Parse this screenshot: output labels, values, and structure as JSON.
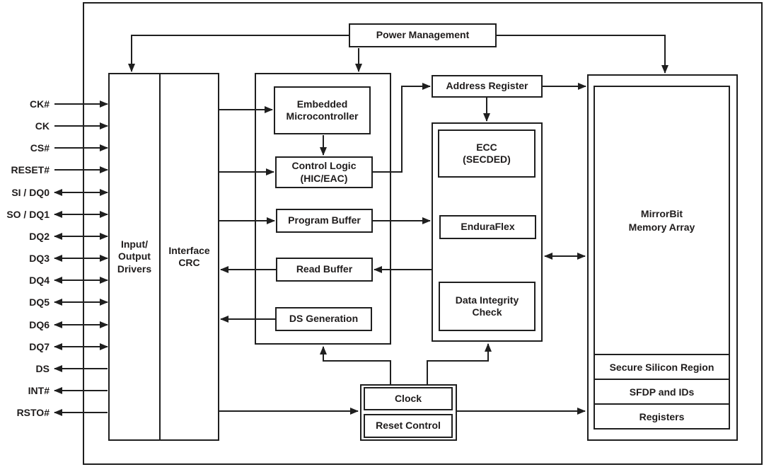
{
  "colors": {
    "line": "#1f1f1f",
    "text": "#1f1c1c",
    "background": "#ffffff"
  },
  "blocks": {
    "power_management": {
      "label": "Power Management"
    },
    "io_drivers": {
      "label": "Input/\nOutput\nDrivers"
    },
    "interface_crc": {
      "label": "Interface\nCRC"
    },
    "embedded_microcontroller": {
      "label": "Embedded\nMicrocontroller"
    },
    "control_logic": {
      "label": "Control Logic\n(HIC/EAC)"
    },
    "program_buffer": {
      "label": "Program Buffer"
    },
    "read_buffer": {
      "label": "Read Buffer"
    },
    "ds_generation": {
      "label": "DS Generation"
    },
    "address_register": {
      "label": "Address Register"
    },
    "ecc": {
      "label": "ECC\n(SECDED)"
    },
    "enduraflex": {
      "label": "EnduraFlex"
    },
    "data_integrity_check": {
      "label": "Data Integrity\nCheck"
    },
    "mirrorbit_memory_array": {
      "label": "MirrorBit\nMemory Array"
    },
    "secure_silicon_region": {
      "label": "Secure Silicon Region"
    },
    "sfdp_and_ids": {
      "label": "SFDP and IDs"
    },
    "registers": {
      "label": "Registers"
    },
    "clock": {
      "label": "Clock"
    },
    "reset_control": {
      "label": "Reset Control"
    }
  },
  "pins": [
    {
      "label": "CK#",
      "direction": "in"
    },
    {
      "label": "CK",
      "direction": "in"
    },
    {
      "label": "CS#",
      "direction": "in"
    },
    {
      "label": "RESET#",
      "direction": "in"
    },
    {
      "label": "SI / DQ0",
      "direction": "bidir"
    },
    {
      "label": "SO / DQ1",
      "direction": "bidir"
    },
    {
      "label": "DQ2",
      "direction": "bidir"
    },
    {
      "label": "DQ3",
      "direction": "bidir"
    },
    {
      "label": "DQ4",
      "direction": "bidir"
    },
    {
      "label": "DQ5",
      "direction": "bidir"
    },
    {
      "label": "DQ6",
      "direction": "bidir"
    },
    {
      "label": "DQ7",
      "direction": "bidir"
    },
    {
      "label": "DS",
      "direction": "out"
    },
    {
      "label": "INT#",
      "direction": "out"
    },
    {
      "label": "RSTO#",
      "direction": "out"
    }
  ]
}
